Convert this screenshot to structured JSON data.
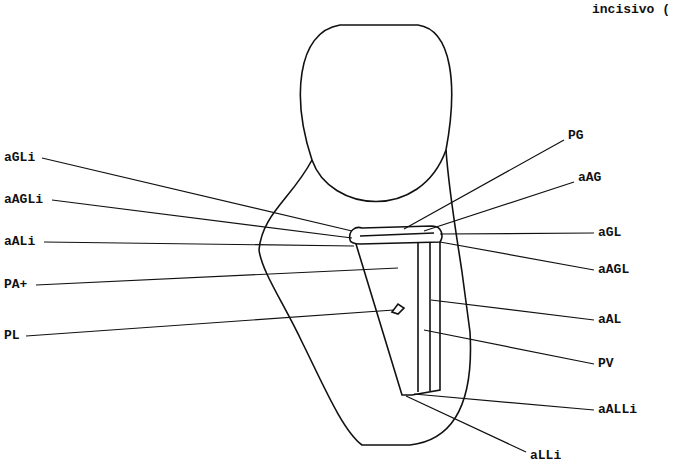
{
  "diagram": {
    "labels": [
      "incisivo (",
      "aGLi",
      "aAGLi",
      "aALi",
      "PA+",
      "PL",
      "PG",
      "aAG",
      "aGL",
      "aAGL",
      "aAL",
      "PV",
      "aALLi",
      "aLLi"
    ]
  }
}
